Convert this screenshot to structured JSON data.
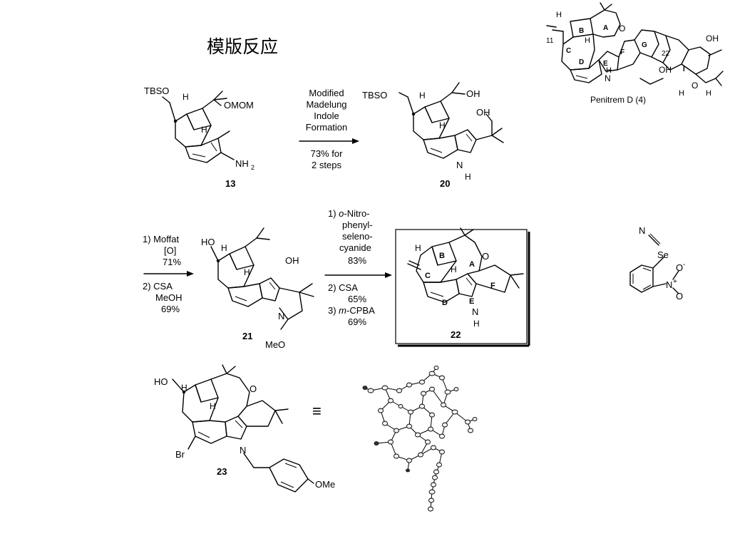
{
  "slide": {
    "title": "模版反应"
  },
  "penitrem": {
    "label": "Penitrem D (4)",
    "ring_letters": [
      "A",
      "B",
      "C",
      "D",
      "E",
      "F",
      "G",
      "I"
    ],
    "numbers": [
      "11",
      "22"
    ],
    "atoms": {
      "h1": "H",
      "h2": "H",
      "h3": "H",
      "h4": "H",
      "o1": "O",
      "oh1": "OH",
      "oh2": "OH",
      "nh": "N",
      "nh_h": "H",
      "o2": "O"
    }
  },
  "compound13": {
    "number": "13",
    "tbso": "TBSO",
    "h1": "H",
    "h2": "H",
    "omom": "OMOM",
    "nh2": "NH",
    "nh2_sub": "2"
  },
  "arrow1": {
    "above": [
      "Modified",
      "Madelung",
      "Indole",
      "Formation"
    ],
    "below": [
      "73% for",
      "2 steps"
    ]
  },
  "compound20": {
    "number": "20",
    "tbso": "TBSO",
    "h1": "H",
    "h2": "H",
    "oh1": "OH",
    "oh2": "OH",
    "n": "N",
    "nh": "H"
  },
  "arrow2": {
    "above": [
      "1) Moffat",
      "[O]",
      "71%"
    ],
    "below": [
      "2) CSA",
      "MeOH",
      "69%"
    ]
  },
  "compound21": {
    "number": "21",
    "ho": "HO",
    "h1": "H",
    "h2": "H",
    "oh": "OH",
    "n": "N",
    "meo": "MeO"
  },
  "arrow3": {
    "above_prefix": "1) ",
    "above_italic": "o",
    "above_rest": "-Nitro-",
    "above": [
      "phenyl-",
      "seleno-",
      "cyanide",
      "83%"
    ],
    "below": [
      "2) CSA",
      "65%"
    ],
    "below3_prefix": "3) ",
    "below3_italic": "m",
    "below3_rest": "-CPBA",
    "below3_yield": "69%"
  },
  "compound22": {
    "number": "22",
    "rings": [
      "A",
      "B",
      "C",
      "D",
      "E",
      "F"
    ],
    "h1": "H",
    "h2": "H",
    "o": "O",
    "n": "N",
    "nh": "H"
  },
  "reagent": {
    "n": "N",
    "se": "Se",
    "o_minus": "O",
    "minus": "-",
    "n_plus": "N",
    "plus": "+",
    "o": "O"
  },
  "compound23": {
    "number": "23",
    "ho": "HO",
    "h1": "H",
    "h2": "H",
    "o": "O",
    "n": "N",
    "br": "Br",
    "ome": "OMe"
  },
  "equiv_symbol": "≡"
}
